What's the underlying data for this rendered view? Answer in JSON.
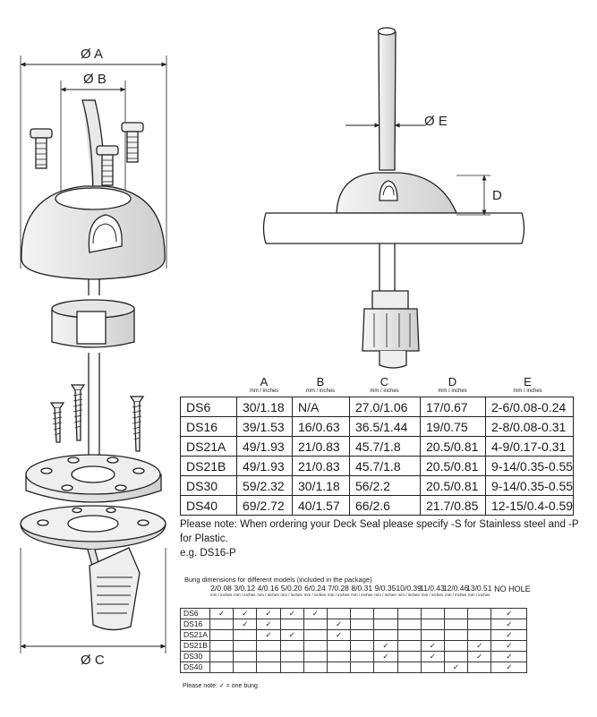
{
  "diagram": {
    "dim_a": "Ø A",
    "dim_b": "Ø B",
    "dim_c": "Ø C",
    "dim_d": "D",
    "dim_e": "Ø E"
  },
  "dimension_table": {
    "columns": [
      "A",
      "B",
      "C",
      "D",
      "E"
    ],
    "unit": "mm / inches",
    "rows": [
      [
        "DS6",
        "30/1.18",
        "N/A",
        "27.0/1.06",
        "17/0.67",
        "2-6/0.08-0.24"
      ],
      [
        "DS16",
        "39/1.53",
        "16/0.63",
        "36.5/1.44",
        "19/0.75",
        "2-8/0.08-0.31"
      ],
      [
        "DS21A",
        "49/1.93",
        "21/0.83",
        "45.7/1.8",
        "20.5/0.81",
        "4-9/0.17-0.31"
      ],
      [
        "DS21B",
        "49/1.93",
        "21/0.83",
        "45.7/1.8",
        "20.5/0.81",
        "9-14/0.35-0.55"
      ],
      [
        "DS30",
        "59/2.32",
        "30/1.18",
        "56/2.2",
        "20.5/0.81",
        "9-14/0.35-0.55"
      ],
      [
        "DS40",
        "69/2.72",
        "40/1.57",
        "66/2.6",
        "21.7/0.85",
        "12-15/0.4-0.59"
      ]
    ]
  },
  "note": {
    "line1": "Please note: When ordering your Deck Seal please specify -S for Stainless steel and -P for Plastic.",
    "line2": "e.g. DS16-P"
  },
  "bung_table": {
    "title": "Bung dimensions for different models (included in the package)",
    "unit": "mm / inches",
    "sizes": [
      "2/0.08",
      "3/0.12",
      "4/0.16",
      "5/0.20",
      "6/0.24",
      "7/0.28",
      "8/0.31",
      "9/0.35",
      "10/0.39",
      "11/0.43",
      "12/0.46",
      "13/0.51"
    ],
    "no_hole_label": "NO HOLE",
    "check": "✓",
    "rows": [
      {
        "model": "DS6",
        "checks": [
          1,
          1,
          1,
          1,
          1,
          0,
          0,
          0,
          0,
          0,
          0,
          0,
          1
        ]
      },
      {
        "model": "DS16",
        "checks": [
          0,
          1,
          1,
          0,
          0,
          1,
          0,
          0,
          0,
          0,
          0,
          0,
          1
        ]
      },
      {
        "model": "DS21A",
        "checks": [
          0,
          0,
          1,
          1,
          0,
          1,
          0,
          0,
          0,
          0,
          0,
          0,
          1
        ]
      },
      {
        "model": "DS21B",
        "checks": [
          0,
          0,
          0,
          0,
          0,
          0,
          0,
          1,
          0,
          1,
          0,
          1,
          1
        ]
      },
      {
        "model": "DS30",
        "checks": [
          0,
          0,
          0,
          0,
          0,
          0,
          0,
          1,
          0,
          1,
          0,
          1,
          1
        ]
      },
      {
        "model": "DS40",
        "checks": [
          0,
          0,
          0,
          0,
          0,
          0,
          0,
          0,
          0,
          0,
          1,
          0,
          1
        ]
      }
    ],
    "legend_prefix": "Please note:",
    "legend_text": "= one bung"
  }
}
